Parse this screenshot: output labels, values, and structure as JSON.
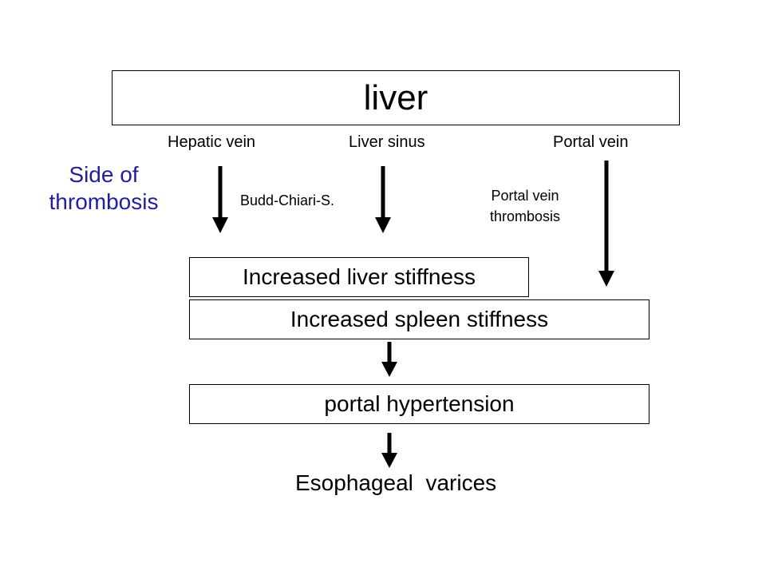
{
  "colors": {
    "line": "#000000",
    "accent_text": "#1f1f9f"
  },
  "boxes": {
    "liver": "liver",
    "liver_stiffness": "Increased liver stiffness",
    "spleen_stiffness": "Increased spleen stiffness",
    "portal_hypertension": "portal hypertension"
  },
  "vessels": {
    "hepatic_vein": "Hepatic vein",
    "liver_sinus": "Liver sinus",
    "portal_vein": "Portal vein"
  },
  "side_label": {
    "line1": "Side of",
    "line2": "thrombosis"
  },
  "conditions": {
    "budd_chiari": "Budd-Chiari-S.",
    "portal_vein_thrombosis_line1": "Portal vein",
    "portal_vein_thrombosis_line2": "thrombosis"
  },
  "outcome": "Esophageal  varices"
}
